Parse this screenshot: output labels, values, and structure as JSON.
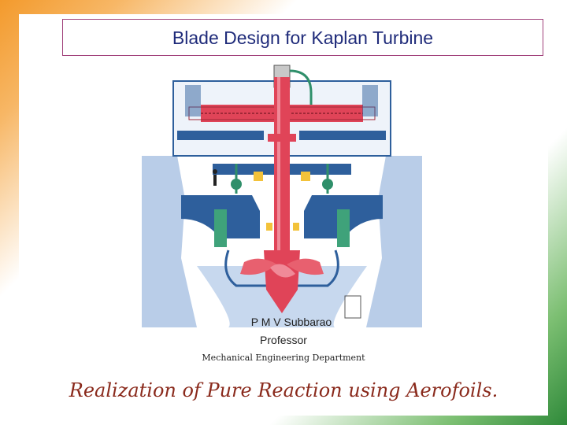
{
  "slide": {
    "title": "Blade Design for Kaplan Turbine",
    "author": "P M V Subbarao",
    "role": "Professor",
    "department": "Mechanical Engineering Department",
    "tagline": "Realization of Pure Reaction using Aerofoils."
  },
  "figure": {
    "subject": "kaplan-turbine-cross-section",
    "colors": {
      "concrete": "#b9cde8",
      "housing": "#2e5f9c",
      "shaft": "#e04458",
      "pipe": "#2f8f6a",
      "highlight": "#f3c23a"
    }
  },
  "theme": {
    "title_color": "#1f2b7a",
    "tagline_color": "#8a2a1c",
    "saffron": "#f39a2c",
    "green": "#2f8a3a"
  }
}
